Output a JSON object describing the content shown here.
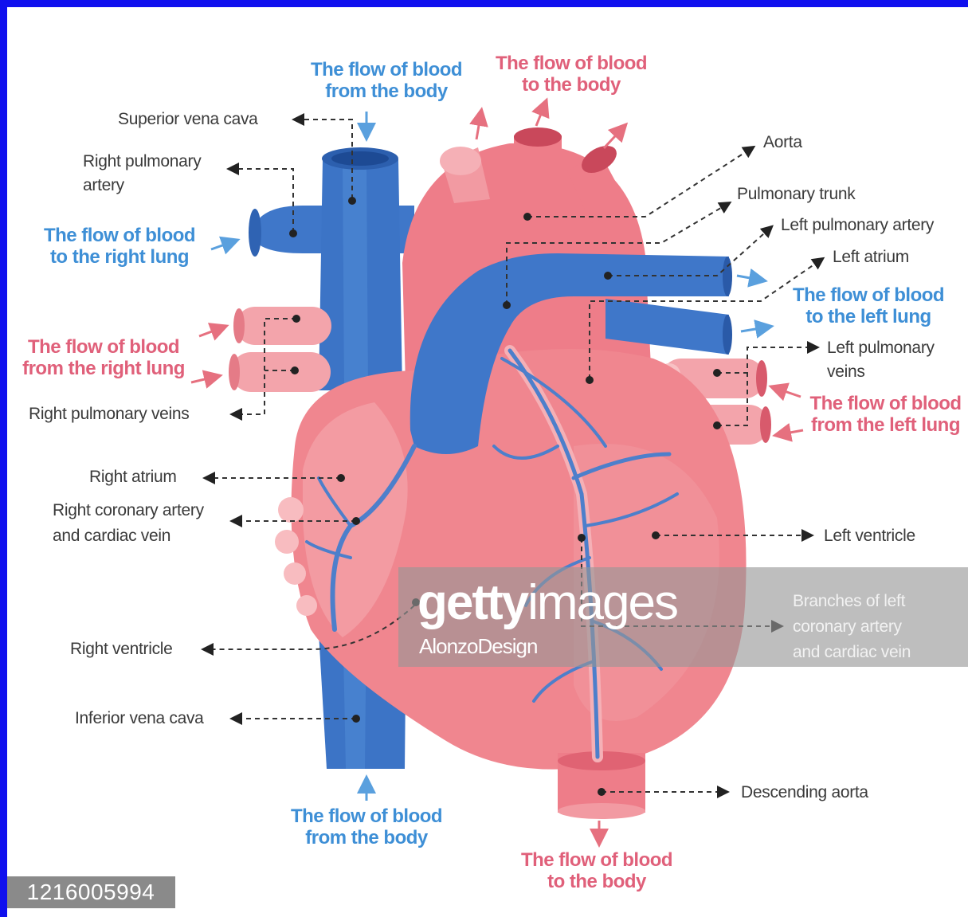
{
  "labels": {
    "superior_vena_cava": "Superior vena cava",
    "right_pulmonary_artery": "Right pulmonary\nartery",
    "right_pulmonary_veins": "Right pulmonary veins",
    "right_atrium": "Right atrium",
    "right_coronary_artery": "Right coronary artery\nand cardiac vein",
    "right_ventricle": "Right ventricle",
    "inferior_vena_cava": "Inferior vena cava",
    "aorta": "Aorta",
    "pulmonary_trunk": "Pulmonary trunk",
    "left_pulmonary_artery": "Left pulmonary artery",
    "left_atrium": "Left atrium",
    "left_pulmonary_veins": "Left pulmonary\nveins",
    "left_ventricle": "Left ventricle",
    "branches_left_coronary": "Branches of left\ncoronary artery\nand cardiac vein",
    "descending_aorta": "Descending aorta"
  },
  "flows": {
    "from_body_top": "The flow of blood\nfrom the body",
    "to_body_top": "The flow of blood\nto the body",
    "to_right_lung": "The flow of blood\nto the right lung",
    "from_right_lung": "The flow of blood\nfrom the right lung",
    "to_left_lung": "The flow of blood\nto the left lung",
    "from_left_lung": "The flow of blood\nfrom the left lung",
    "from_body_bottom": "The flow of blood\nfrom the body",
    "to_body_bottom": "The flow of blood\nto the body"
  },
  "watermark": {
    "logo_bold": "getty",
    "logo_light": "images",
    "credit": "AlonzoDesign",
    "image_id": "1216005994"
  },
  "colors": {
    "frame": "#1010ee",
    "blue_vessel": "#3a74c8",
    "red_vessel": "#ee7d8a",
    "heart": "#f08d94",
    "flow_blue": "#3e8fd6",
    "flow_red": "#e0607a"
  }
}
